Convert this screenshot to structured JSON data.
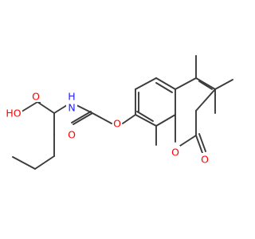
{
  "colors": {
    "bond": "#3b3b3b",
    "oxygen": "#ff0000",
    "nitrogen": "#1f1fff",
    "carbon_text": "#3b3b3b",
    "background": "#ffffff"
  },
  "atoms": {
    "hydroxyl": {
      "label": "HO",
      "element": "O"
    },
    "carbonyl_acid": {
      "label": "O",
      "element": "O"
    },
    "amide_nh": {
      "label": "N",
      "element": "N"
    },
    "amide_h": {
      "label": "H",
      "element": "H"
    },
    "amide_o": {
      "label": "O",
      "element": "O"
    },
    "ether_o": {
      "label": "O",
      "element": "O"
    },
    "ring_o": {
      "label": "O",
      "element": "O"
    },
    "lactone_o": {
      "label": "O",
      "element": "O"
    }
  }
}
